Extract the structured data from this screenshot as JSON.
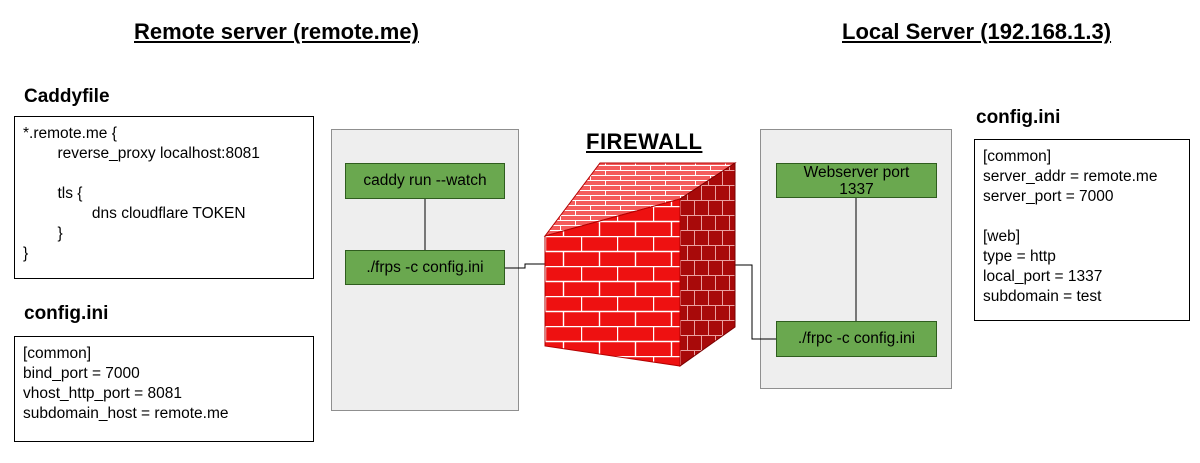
{
  "remote": {
    "title": "Remote server (remote.me)",
    "caddyfile": {
      "heading": "Caddyfile",
      "lines": [
        "*.remote.me {",
        "        reverse_proxy localhost:8081",
        "",
        "        tls {",
        "                dns cloudflare TOKEN",
        "        }",
        "}"
      ]
    },
    "config": {
      "heading": "config.ini",
      "lines": [
        "[common]",
        "bind_port = 7000",
        "vhost_http_port = 8081",
        "subdomain_host = remote.me"
      ]
    },
    "caddy_cmd": "caddy run --watch",
    "frps_cmd": "./frps -c config.ini"
  },
  "firewall": {
    "label": "FIREWALL"
  },
  "local": {
    "title": "Local Server (192.168.1.3)",
    "config": {
      "heading": "config.ini",
      "lines": [
        "[common]",
        "server_addr = remote.me",
        "server_port = 7000",
        "",
        "[web]",
        "type = http",
        "local_port = 1337",
        "subdomain = test"
      ]
    },
    "webserver_lines": [
      "Webserver port",
      "1337"
    ],
    "frpc_cmd": "./frpc -c config.ini"
  },
  "colors": {
    "green": "#6aa84f",
    "panel": "#eeeeee",
    "brick_front": "#ee1111",
    "brick_top": "#f45b5b",
    "brick_side": "#a80a0a",
    "mortar": "#ffffff"
  }
}
